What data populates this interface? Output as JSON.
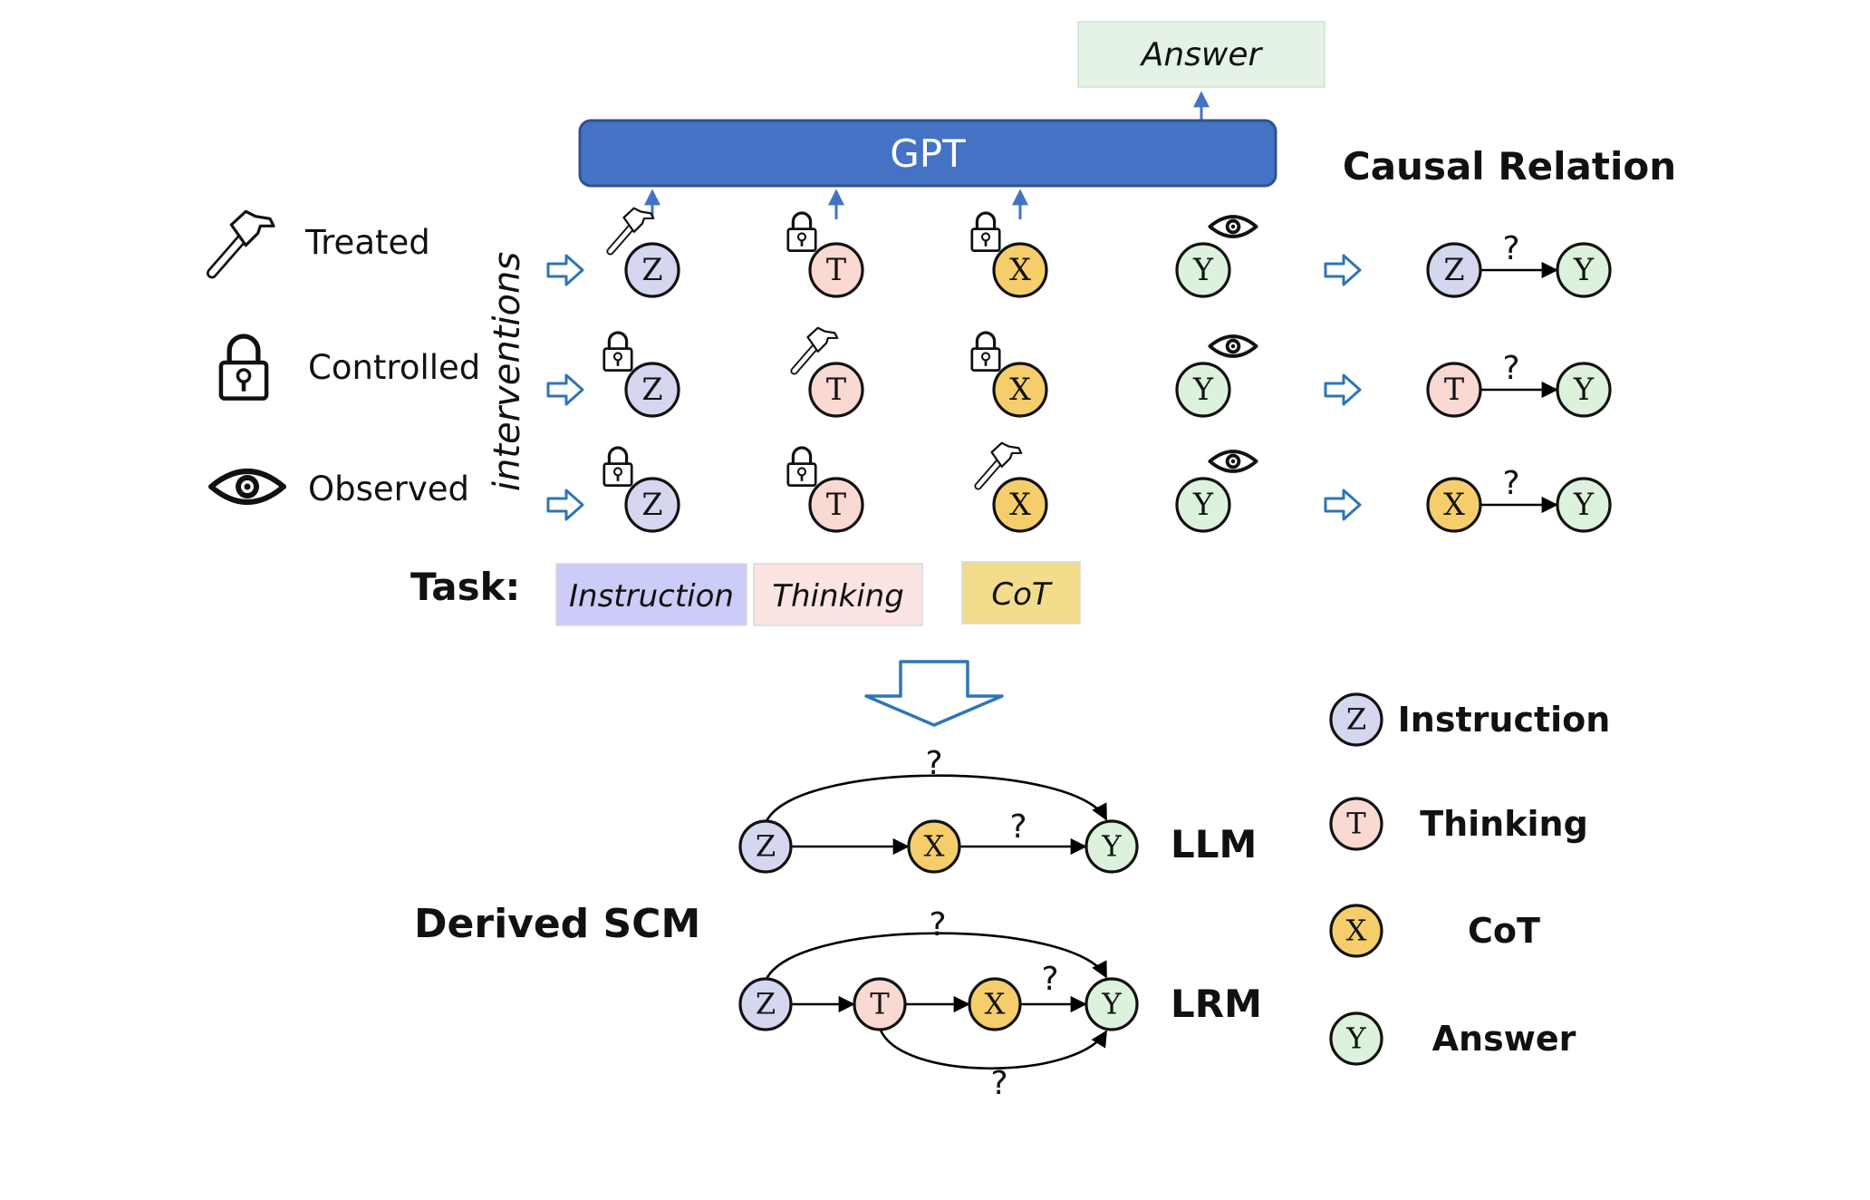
{
  "gpt_label": "GPT",
  "answer_label": "Answer",
  "causal_relation_title": "Causal Relation",
  "interventions_label": "interventions",
  "legend_left": [
    {
      "icon": "hammer-icon",
      "label": "Treated"
    },
    {
      "icon": "lock-icon",
      "label": "Controlled"
    },
    {
      "icon": "eye-icon",
      "label": "Observed"
    }
  ],
  "nodes": {
    "Z": {
      "letter": "Z",
      "color": "#D5D6F0"
    },
    "T": {
      "letter": "T",
      "color": "#FBD9D3"
    },
    "X": {
      "letter": "X",
      "color": "#F5CE6B"
    },
    "Y": {
      "letter": "Y",
      "color": "#DCF2DC"
    }
  },
  "rows": [
    {
      "states": [
        "hammer-icon",
        "lock-icon",
        "lock-icon",
        "eye-icon"
      ],
      "relation": [
        "Z",
        "Y"
      ],
      "relation_label": "?"
    },
    {
      "states": [
        "lock-icon",
        "hammer-icon",
        "lock-icon",
        "eye-icon"
      ],
      "relation": [
        "T",
        "Y"
      ],
      "relation_label": "?"
    },
    {
      "states": [
        "lock-icon",
        "lock-icon",
        "hammer-icon",
        "eye-icon"
      ],
      "relation": [
        "X",
        "Y"
      ],
      "relation_label": "?"
    }
  ],
  "task": {
    "label": "Task:",
    "boxes": [
      {
        "text": "Instruction",
        "color": "#CCCCF8"
      },
      {
        "text": "Thinking",
        "color": "#FBE4E2"
      },
      {
        "text": "CoT",
        "color": "#F3DC8C"
      }
    ]
  },
  "derived_scm_label": "Derived SCM",
  "llm": {
    "label": "LLM",
    "edge_labels": [
      "?",
      "?"
    ]
  },
  "lrm": {
    "label": "LRM",
    "edge_labels": [
      "?",
      "?",
      "?"
    ]
  },
  "legend_right": [
    {
      "node": "Z",
      "label": "Instruction"
    },
    {
      "node": "T",
      "label": "Thinking"
    },
    {
      "node": "X",
      "label": "CoT"
    },
    {
      "node": "Y",
      "label": "Answer"
    }
  ],
  "colors": {
    "gpt_fill": "#4472C4",
    "gpt_text": "#ffffff",
    "answer_fill": "#E4F3E6",
    "arrow_blue": "#4472C4",
    "hollow_arrow_blue": "#2E75B6"
  }
}
